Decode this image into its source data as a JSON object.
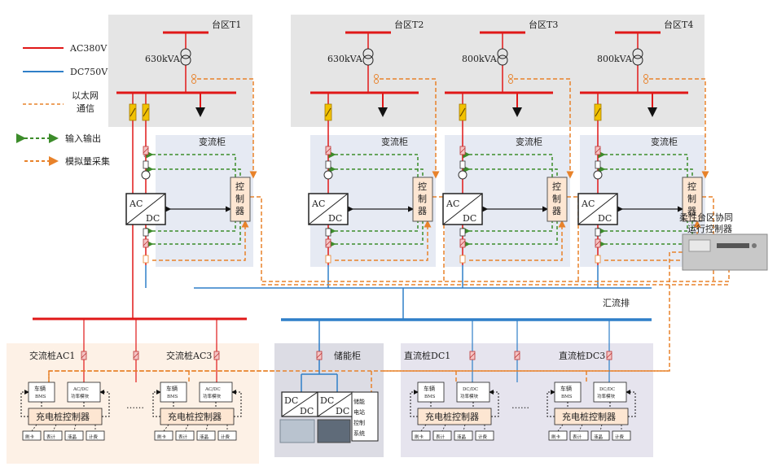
{
  "legend": {
    "ac380": "AC380V",
    "dc750": "DC750V",
    "ethernet_line1": "以太网",
    "ethernet_line2": "通信",
    "io": "输入输出",
    "analog": "模拟量采集"
  },
  "colors": {
    "ac": "#e01818",
    "dc": "#2f7fc8",
    "ethernet": "#e8822a",
    "io": "#3c8c2a",
    "zone_bg": "#e5e5e5",
    "converter_bg": "#e6eaf3",
    "ac_pile_bg": "#fdf1e6",
    "dc_pile_bg": "#e6e4ee",
    "storage_bg": "#dcdce4",
    "controller_fill": "#fde6d2",
    "breaker": "#f2c200"
  },
  "zones": [
    {
      "title": "台区T1",
      "rating": "630kVA",
      "cabinet": "变流柜",
      "ac": "AC",
      "dc": "DC",
      "ctrl": [
        "控",
        "制",
        "器"
      ]
    },
    {
      "title": "台区T2",
      "rating": "630kVA",
      "cabinet": "变流柜",
      "ac": "AC",
      "dc": "DC",
      "ctrl": [
        "控",
        "制",
        "器"
      ]
    },
    {
      "title": "台区T3",
      "rating": "800kVA",
      "cabinet": "变流柜",
      "ac": "AC",
      "dc": "DC",
      "ctrl": [
        "控",
        "制",
        "器"
      ]
    },
    {
      "title": "台区T4",
      "rating": "800kVA",
      "cabinet": "变流柜",
      "ac": "AC",
      "dc": "DC",
      "ctrl": [
        "控",
        "制",
        "器"
      ]
    }
  ],
  "coordinator": {
    "line1": "柔性台区协同",
    "line2": "运行控制器"
  },
  "busbar_label": "汇流排",
  "ac_piles": {
    "left_title": "交流桩AC1",
    "right_title": "交流桩AC3",
    "vehicle": [
      "车辆",
      "BMS"
    ],
    "module": [
      "AC/DC",
      "功率模块"
    ],
    "controller": "充电桩控制器",
    "peripherals": [
      "刷卡",
      "表计",
      "液晶",
      "计费"
    ],
    "ellipsis": "……"
  },
  "storage": {
    "title": "储能柜",
    "dcdc": [
      "DC",
      "DC"
    ],
    "station_text": [
      "储能",
      "电站",
      "控制",
      "系统"
    ]
  },
  "dc_piles": {
    "left_title": "直流桩DC1",
    "right_title": "直流桩DC3",
    "vehicle": [
      "车辆",
      "BMS"
    ],
    "module": [
      "DC/DC",
      "功率模块"
    ],
    "controller": "充电桩控制器",
    "peripherals": [
      "刷卡",
      "表计",
      "液晶",
      "计费"
    ],
    "ellipsis": "……"
  }
}
